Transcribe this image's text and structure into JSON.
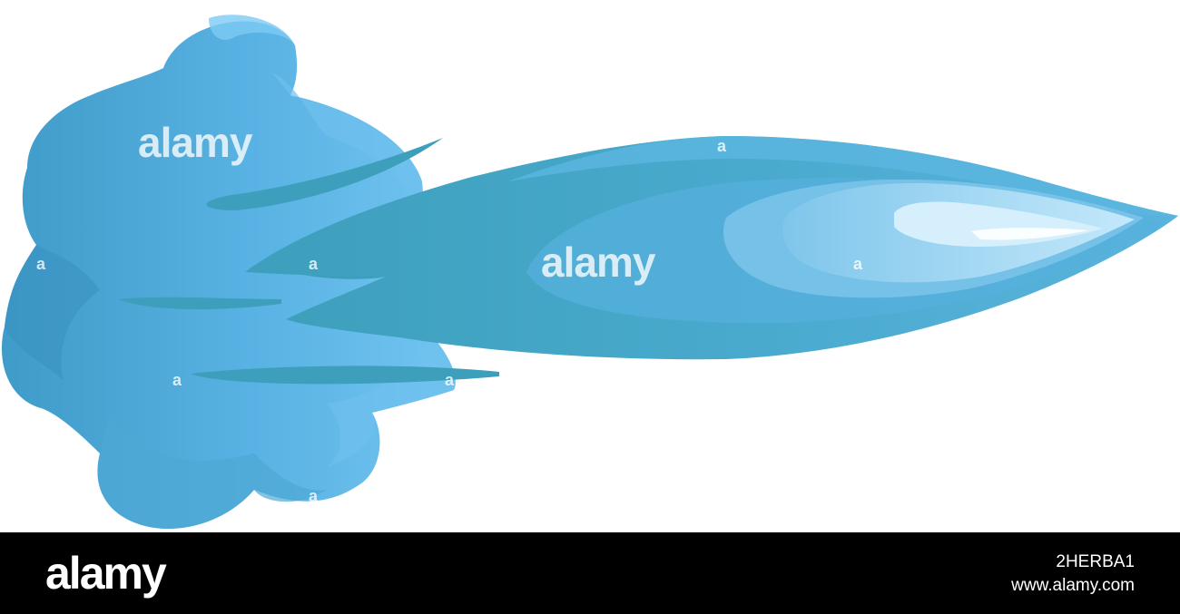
{
  "watermark": {
    "text": "alamy",
    "small_mark": "a"
  },
  "footer": {
    "logo": "alamy",
    "image_id": "2HERBA1",
    "url": "www.alamy.com"
  },
  "colors": {
    "cloud_dark": "#3f9bc8",
    "cloud_mid": "#58b2e3",
    "cloud_light": "#72c4f0",
    "jet_dark": "#3d9fbb",
    "jet_mid": "#5ab3dd",
    "jet_highlight": "#b5e0f7",
    "footer_bg": "#000000"
  }
}
